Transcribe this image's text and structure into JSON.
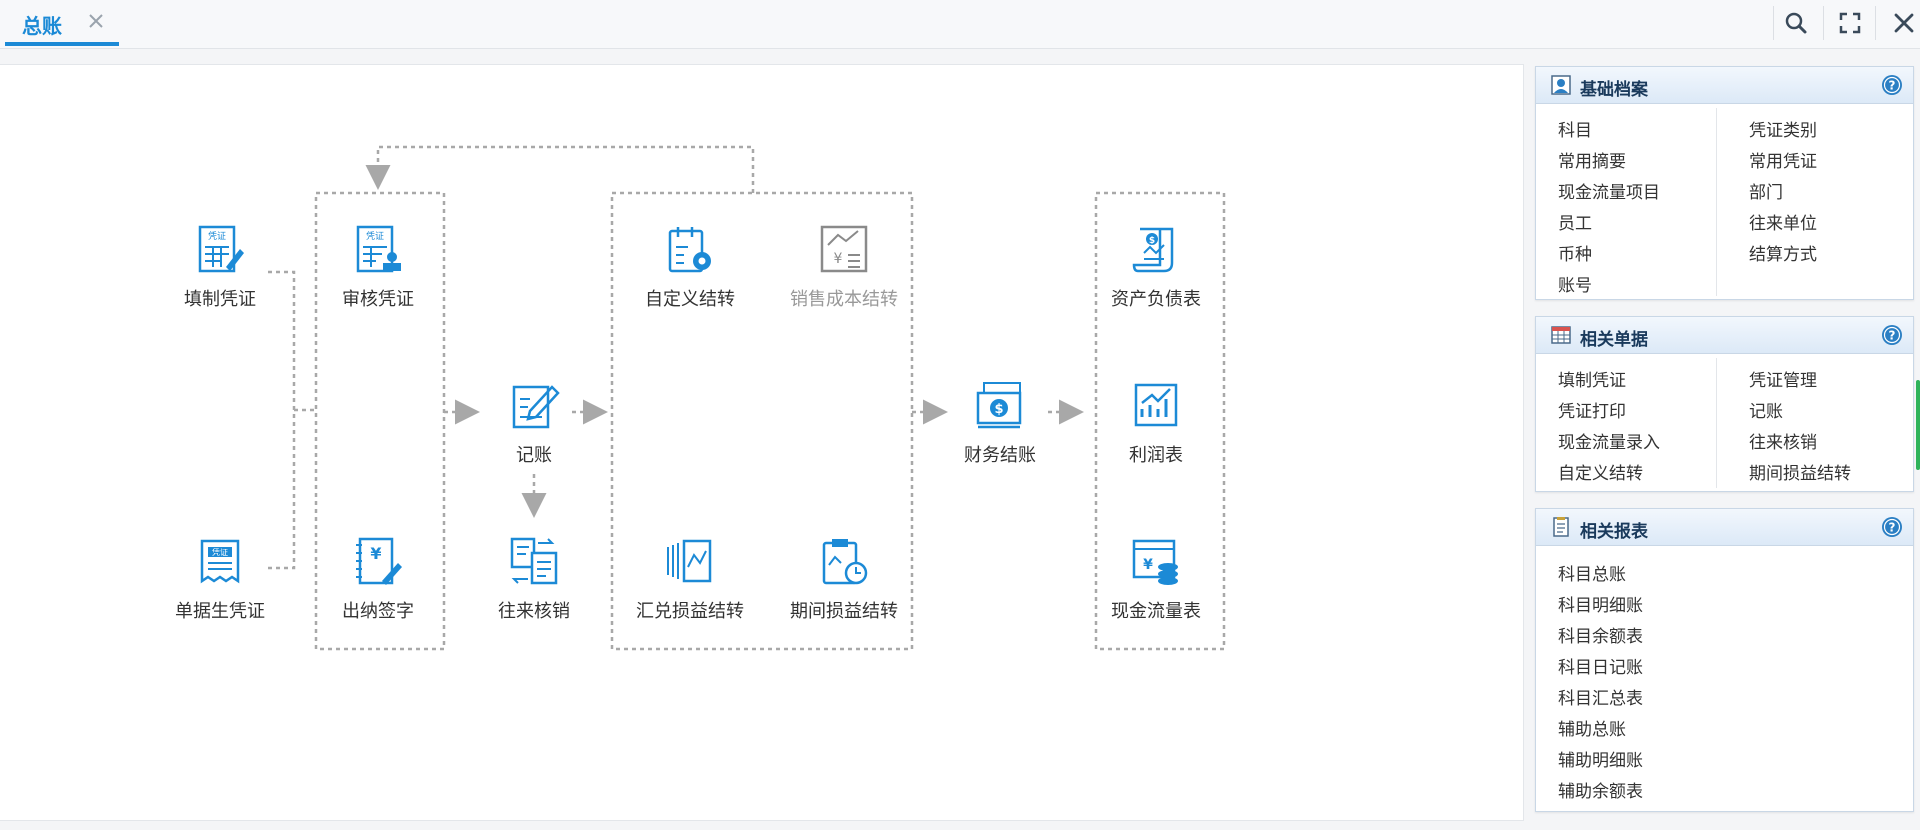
{
  "tab": {
    "label": "总账"
  },
  "flow": {
    "nodes": {
      "fill_voucher": "填制凭证",
      "bill_voucher": "单据生凭证",
      "audit_voucher": "审核凭证",
      "cashier_sign": "出纳签字",
      "posting": "记账",
      "reconcile": "往来核销",
      "custom_transfer": "自定义结转",
      "sales_cost_transfer": "销售成本结转",
      "fx_transfer": "汇兑损益结转",
      "period_transfer": "期间损益结转",
      "closing": "财务结账",
      "balance_sheet": "资产负债表",
      "income_statement": "利润表",
      "cashflow_statement": "现金流量表"
    },
    "icon_badge": "凭证",
    "colors": {
      "icon": "#1c8ad6",
      "icon_disabled": "#8a8a8a",
      "connector": "#a8a8a8"
    }
  },
  "panels": {
    "basic_files": {
      "title": "基础档案",
      "left": [
        "科目",
        "常用摘要",
        "现金流量项目",
        "员工",
        "币种",
        "账号"
      ],
      "right": [
        "凭证类别",
        "常用凭证",
        "部门",
        "往来单位",
        "结算方式"
      ]
    },
    "related_docs": {
      "title": "相关单据",
      "left": [
        "填制凭证",
        "凭证打印",
        "现金流量录入",
        "自定义结转"
      ],
      "right": [
        "凭证管理",
        "记账",
        "往来核销",
        "期间损益结转"
      ]
    },
    "related_reports": {
      "title": "相关报表",
      "left": [
        "科目总账",
        "科目明细账",
        "科目余额表",
        "科目日记账",
        "科目汇总表",
        "辅助总账",
        "辅助明细账",
        "辅助余额表"
      ]
    }
  }
}
